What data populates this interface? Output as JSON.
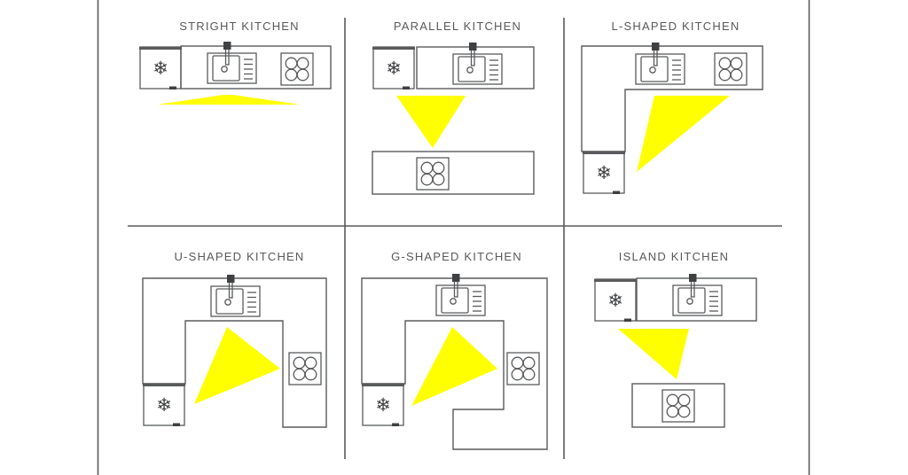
{
  "poster": {
    "description": "Kitchen layout work-triangle comparison diagram, 2 rows x 3 columns"
  },
  "colors": {
    "line": "#595a5c",
    "line_dark": "#3f4042",
    "text": "#58595b",
    "work_triangle": "#ffff00",
    "background": "#ffffff"
  },
  "icons": {
    "fridge": "snowflake-icon",
    "snowflake_glyph": "❄",
    "sink": "sink-icon",
    "hob": "hob-icon",
    "work_triangle": "work-triangle-shape"
  },
  "cells": [
    {
      "title": "STRIGHT KITCHEN",
      "layout": "straight"
    },
    {
      "title": "PARALLEL KITCHEN",
      "layout": "parallel"
    },
    {
      "title": "L-SHAPED KITCHEN",
      "layout": "l-shaped"
    },
    {
      "title": "U-SHAPED KITCHEN",
      "layout": "u-shaped"
    },
    {
      "title": "G-SHAPED KITCHEN",
      "layout": "g-shaped"
    },
    {
      "title": "ISLAND KITCHEN",
      "layout": "island"
    }
  ]
}
